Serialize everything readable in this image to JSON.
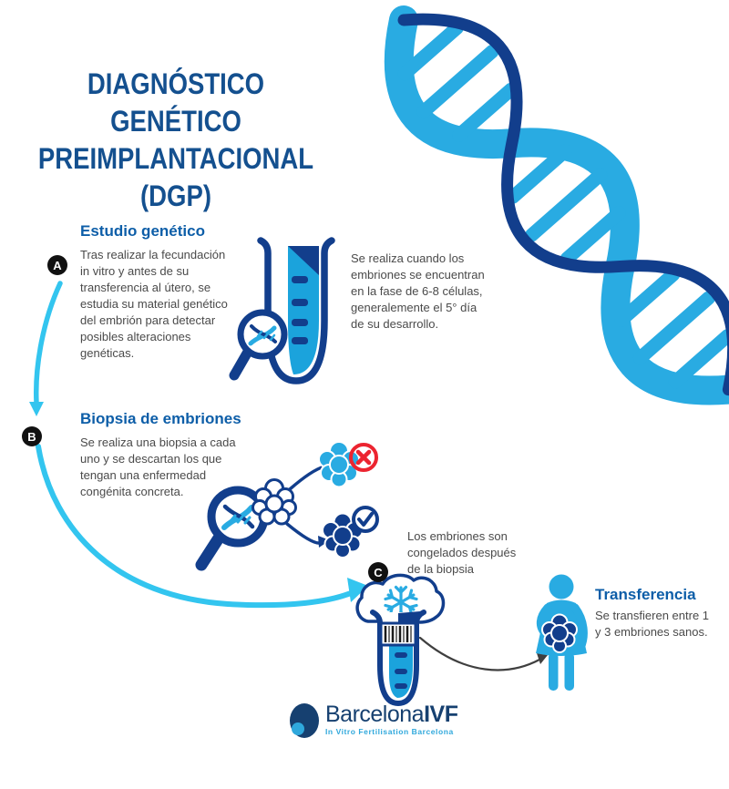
{
  "title": "DIAGNÓSTICO GENÉTICO\nPREIMPLANTACIONAL\n(DGP)",
  "steps": {
    "a": {
      "marker": "A",
      "heading": "Estudio genético",
      "body": "Tras realizar la fecundación\nin vitro y antes de su\ntransferencia al útero, se\nestudia su material genético\ndel embrión para detectar\nposibles alteraciones\ngenéticas.",
      "side_note": "Se realiza cuando los\nembriones se encuentran\nen la fase de 6-8 células,\ngeneralemente el 5° día\nde su desarrollo."
    },
    "b": {
      "marker": "B",
      "heading": "Biopsia de embriones",
      "body": "Se realiza una biopsia a cada\nuno y se descartan los que\ntengan una enfermedad\ncongénita concreta."
    },
    "c": {
      "marker": "C",
      "note": "Los embriones son\ncongelados después\nde la biopsia"
    }
  },
  "transfer": {
    "heading": "Transferencia",
    "body": "Se transfieren entre 1\ny 3 embriones sanos."
  },
  "logo": {
    "brand_regular": "Barcelona",
    "brand_bold": "IVF",
    "tagline": "In Vitro Fertilisation Barcelona"
  },
  "icons": [
    "dna-helix-icon",
    "test-tube-icon",
    "magnifier-dna-icon",
    "embryo-outline-icon",
    "discarded-embryo-icon",
    "x-circle-icon",
    "healthy-embryo-icon",
    "check-circle-icon",
    "freeze-cloud-icon",
    "snowflake-icon",
    "barcode-tube-icon",
    "woman-figure-icon",
    "embryo-in-womb-icon",
    "logo-cell-icon"
  ],
  "colors": {
    "navy": "#123E8C",
    "title_blue": "#14508F",
    "heading_blue": "#0D5EA8",
    "cyan": "#29ABE2",
    "arrow_cyan": "#33C5EF",
    "tube_cyan": "#1BA3DC",
    "red": "#EC2430",
    "text_gray": "#4A4A4A",
    "marker_black": "#111111",
    "logo_navy": "#164070",
    "logo_cyan": "#2FA8DC",
    "arrow_dark": "#3F3F3F"
  }
}
